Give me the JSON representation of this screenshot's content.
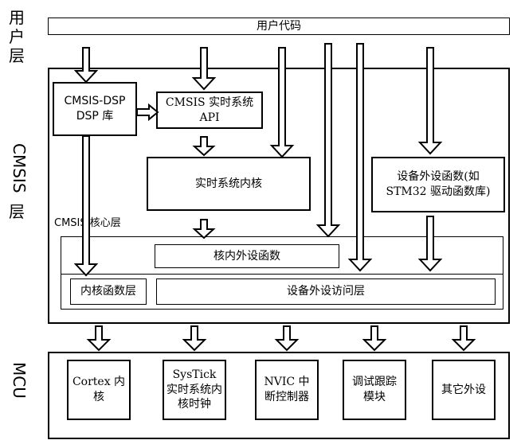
{
  "side_labels": {
    "user_layer": "用户层",
    "cmsis_layer_en": "CMSIS",
    "cmsis_layer_cn": "层",
    "mcu_layer": "MCU"
  },
  "user_code": "用户代码",
  "cmsis": {
    "dsp_lib": "CMSIS-DSP DSP 库",
    "rtos_api": "CMSIS 实时系统 API",
    "rtos_kernel": "实时系统内核",
    "device_periph": "设备外设函数(如 STM32 驱动函数库)",
    "core_layer_label": "CMSIS 核心层",
    "core_periph": "核内外设函数",
    "core_func_layer": "内核函数层",
    "device_access_layer": "设备外设访问层"
  },
  "mcu": {
    "cortex_core": "Cortex 内核",
    "systick": "SysTick 实时系统内核时钟",
    "nvic": "NVIC 中断控制器",
    "debug": "调试跟踪模块",
    "other_periph": "其它外设"
  }
}
